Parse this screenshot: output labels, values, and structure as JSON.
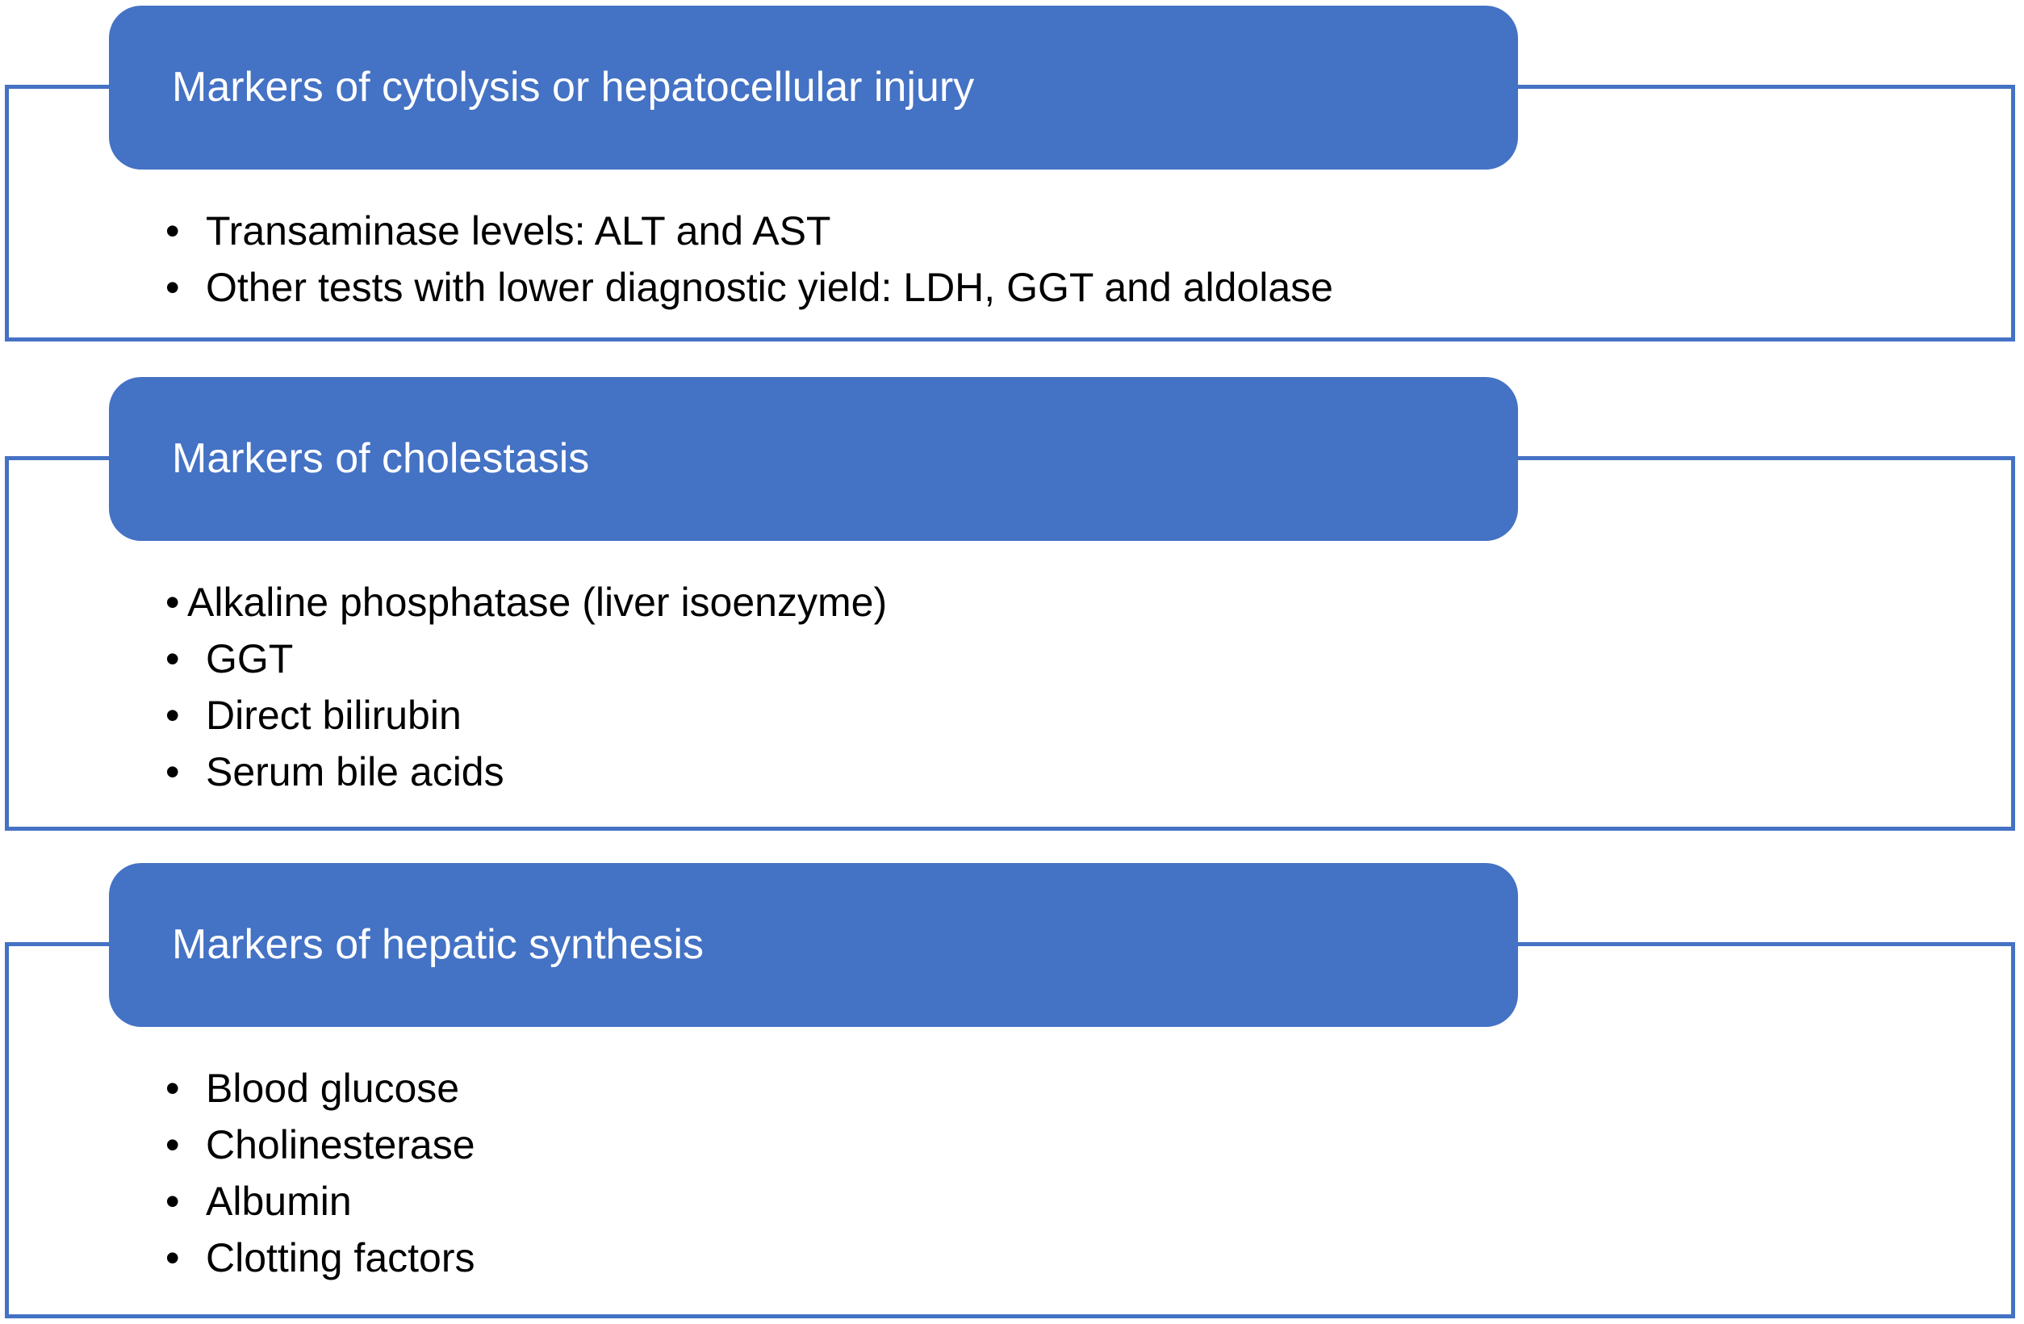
{
  "diagram": {
    "accent_color": "#4472C4",
    "header_text_color": "#FFFFFF",
    "body_text_color": "#000000",
    "bullet_char": "•",
    "sections": [
      {
        "title": "Markers of cytolysis or hepatocellular injury",
        "items": [
          {
            "text": "Transaminase levels: ALT and AST"
          },
          {
            "text": "Other tests with lower diagnostic yield: LDH, GGT and aldolase"
          }
        ]
      },
      {
        "title": "Markers of cholestasis",
        "items": [
          {
            "text": "Alkaline phosphatase (liver isoenzyme)",
            "tight": true
          },
          {
            "text": "GGT"
          },
          {
            "text": "Direct bilirubin"
          },
          {
            "text": "Serum bile acids"
          }
        ]
      },
      {
        "title": "Markers of hepatic synthesis",
        "items": [
          {
            "text": "Blood glucose"
          },
          {
            "text": "Cholinesterase"
          },
          {
            "text": "Albumin"
          },
          {
            "text": "Clotting factors"
          }
        ]
      }
    ]
  }
}
